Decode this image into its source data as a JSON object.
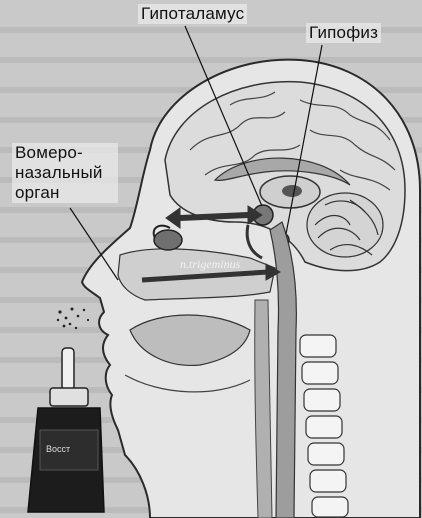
{
  "labels": {
    "hypothalamus": "Гипоталамус",
    "pituitary": "Гипофиз",
    "vomeronasal_line1": "Вомеро-",
    "vomeronasal_line2": "назальный",
    "vomeronasal_line3": "орган",
    "nerve": "n.trigeminus",
    "bottle": "Восст"
  },
  "colors": {
    "background": "#c9c9c9",
    "head_fill": "#e6e6e6",
    "outline": "#2a2a2a",
    "arrow": "#333333",
    "spine": "#bfbfbf"
  }
}
